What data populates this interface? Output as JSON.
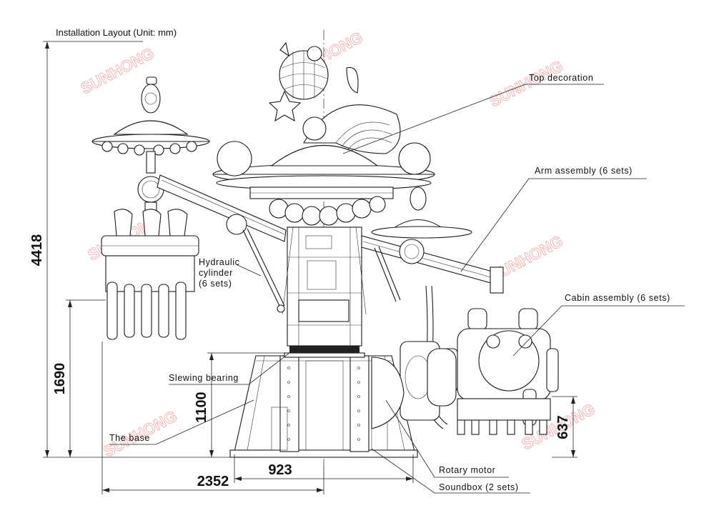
{
  "title": "Installation Layout (Unit: mm)",
  "labels": {
    "top_decoration": "Top decoration",
    "arm_assembly": "Arm assembly (6 sets)",
    "cabin_assembly": "Cabin assembly (6 sets)",
    "hydraulic_1": "Hydraulic",
    "hydraulic_2": "cylinder",
    "hydraulic_3": "(6 sets)",
    "slewing_bearing": "Slewing bearing",
    "the_base": "The base",
    "rotary_motor": "Rotary motor",
    "soundbox": "Soundbox (2 sets)"
  },
  "dimensions": {
    "total_height": "4418",
    "cabin_height": "1690",
    "base_height": "1100",
    "cabin_bottom": "637",
    "total_width": "2352",
    "base_width": "923"
  },
  "watermark": "SUNHONG",
  "watermark_color": "#f3a3a3"
}
